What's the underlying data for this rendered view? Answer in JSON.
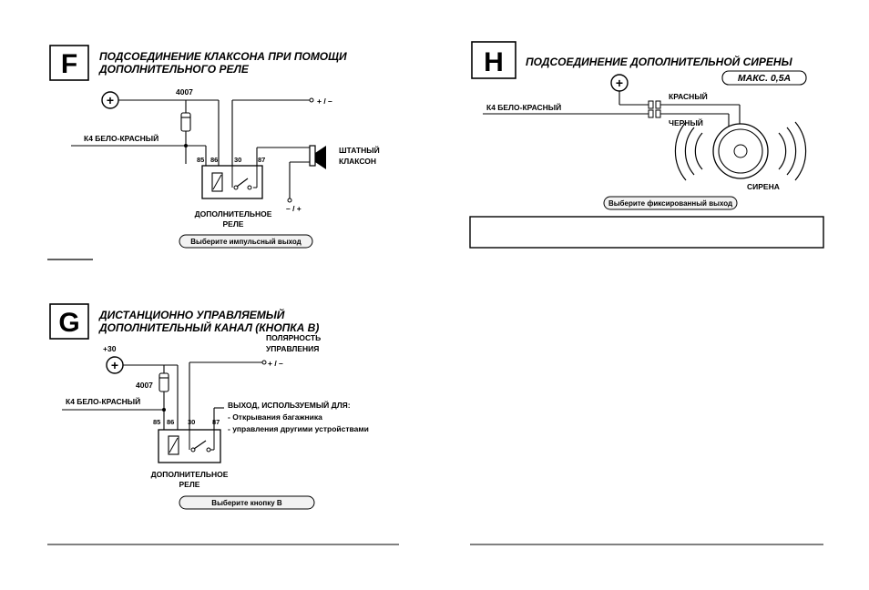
{
  "sections": {
    "F": {
      "letter": "F",
      "title_1": "ПОДСОЕДИНЕНИЕ КЛАКСОНА ПРИ ПОМОЩИ",
      "title_2": "ДОПОЛНИТЕЛЬНОГО РЕЛЕ",
      "diode": "4007",
      "plus": "+",
      "wire": "К4 БЕЛО-КРАСНЫЙ",
      "polarity_top": "+ / –",
      "polarity_bottom": "– / +",
      "pins": [
        "85",
        "86",
        "30",
        "87"
      ],
      "horn_1": "ШТАТНЫЙ",
      "horn_2": "КЛАКСОН",
      "relay_1": "ДОПОЛНИТЕЛЬНОЕ",
      "relay_2": "РЕЛЕ",
      "button": "Выберите импульсный выход"
    },
    "G": {
      "letter": "G",
      "title_1": "ДИСТАНЦИОННО УПРАВЛЯЕМЫЙ",
      "title_2": "ДОПОЛНИТЕЛЬНЫЙ КАНАЛ (КНОПКА В)",
      "supply": "+30",
      "plus": "+",
      "diode": "4007",
      "wire": "К4 БЕЛО-КРАСНЫЙ",
      "polarity_1": "ПОЛЯРНОСТЬ",
      "polarity_2": "УПРАВЛЕНИЯ",
      "polarity_sym": "+ / –",
      "pins": [
        "85",
        "86",
        "30",
        "87"
      ],
      "output_title": "ВЫХОД, ИСПОЛЬЗУЕМЫЙ ДЛЯ:",
      "output_1": "- Открывания багажника",
      "output_2": "- управления другими устройствами",
      "relay_1": "ДОПОЛНИТЕЛЬНОЕ",
      "relay_2": "РЕЛЕ",
      "button": "Выберите кнопку В"
    },
    "H": {
      "letter": "H",
      "title": "ПОДСОЕДИНЕНИЕ ДОПОЛНИТЕЛЬНОЙ СИРЕНЫ",
      "max": "МАКС.   0,5А",
      "plus": "+",
      "red": "КРАСНЫЙ",
      "black": "ЧЕРНЫЙ",
      "wire": "К4 БЕЛО-КРАСНЫЙ",
      "siren": "СИРЕНА",
      "button": "Выберите фиксированный выход"
    }
  },
  "colors": {
    "ink": "#000000",
    "pill": "#f2f2f2",
    "paper": "#ffffff"
  }
}
